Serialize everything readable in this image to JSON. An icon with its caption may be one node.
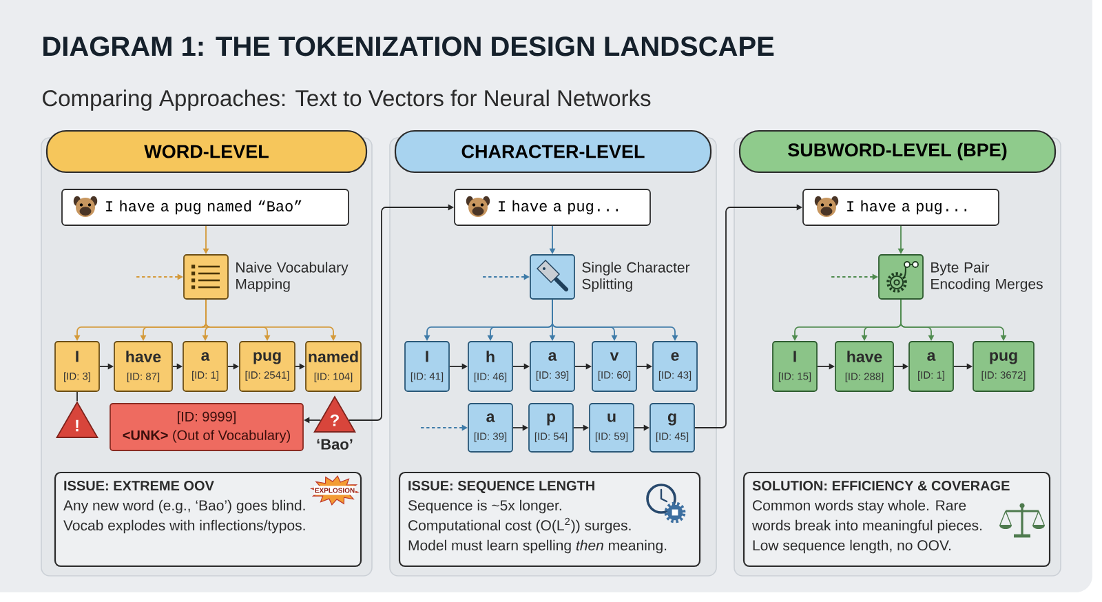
{
  "diagram": {
    "title": "DIAGRAM 1: THE TOKENIZATION DESIGN LANDSCAPE",
    "nodes": [
      {
        "text": [
          "WORD-LEVEL"
        ]
      },
      {
        "text": [
          "I have a pug named “Bao”"
        ],
        "in": 0
      },
      {
        "text": [],
        "shape": "box",
        "beside": [
          "Naive Vocabulary Mapping"
        ],
        "in": 0
      },
      {
        "text": [
          "I",
          "[ID: 3]"
        ],
        "in": 0
      },
      {
        "text": [
          "have",
          "[ID: 87]"
        ],
        "in": 0
      },
      {
        "text": [
          "a",
          "[ID: 1]"
        ],
        "in": 0
      },
      {
        "text": [
          "pug",
          "[ID: 2541]"
        ],
        "in": 0
      },
      {
        "text": [
          "named",
          "[ID: 104]"
        ],
        "in": 0
      },
      {
        "text": [
          "!"
        ],
        "in": 0
      },
      {
        "text": [
          "[ID: 9999]",
          "**<UNK>** (Out of Vocabulary)"
        ],
        "in": 0
      },
      {
        "text": [
          "?"
        ],
        "beside": [
          "‘Bao’"
        ],
        "in": 0
      },
      {
        "text": [
          "ISSUE: EXTREME OOV",
          "Any new word (e.g., ‘Bao’) goes blind. Vocab explodes with inflections/typos."
        ],
        "in": 0
      },
      {
        "text": [
          "CHARACTER-LEVEL"
        ]
      },
      {
        "text": [
          "I have a pug..."
        ],
        "in": 12
      },
      {
        "text": [],
        "shape": "box",
        "beside": [
          "Single Character Splitting"
        ],
        "in": 12
      },
      {
        "text": [
          "I",
          "[ID: 41]"
        ],
        "in": 12
      },
      {
        "text": [
          "h",
          "[ID: 46]"
        ],
        "in": 12
      },
      {
        "text": [
          "a",
          "[ID: 39]"
        ],
        "in": 12
      },
      {
        "text": [
          "v",
          "[ID: 60]"
        ],
        "in": 12
      },
      {
        "text": [
          "e",
          "[ID: 43]"
        ],
        "in": 12
      },
      {
        "text": [
          "a",
          "[ID: 39]"
        ],
        "in": 12
      },
      {
        "text": [
          "p",
          "[ID: 54]"
        ],
        "in": 12
      },
      {
        "text": [
          "u",
          "[ID: 59]"
        ],
        "in": 12
      },
      {
        "text": [
          "g",
          "[ID: 45]"
        ],
        "in": 12
      },
      {
        "text": [
          "ISSUE: SEQUENCE LENGTH",
          "Sequence is ~5x longer. Computational cost (O(L$^{2}$)) surges. Model must learn spelling *then* meaning."
        ],
        "in": 12
      },
      {
        "text": [
          "SUBWORD-LEVEL (BPE)"
        ]
      },
      {
        "text": [
          "I have a pug..."
        ],
        "in": 25
      },
      {
        "text": [],
        "shape": "box",
        "beside": [
          "Byte Pair Encoding Merges"
        ],
        "in": 25
      },
      {
        "text": [
          "I",
          "[ID: 15]"
        ],
        "in": 25
      },
      {
        "text": [
          "have",
          "[ID: 288]"
        ],
        "in": 25
      },
      {
        "text": [
          "a",
          "[ID: 1]"
        ],
        "in": 25
      },
      {
        "text": [
          "pug",
          "[ID: 3672]"
        ],
        "in": 25
      },
      {
        "text": [
          "SOLUTION: EFFICIENCY & COVERAGE",
          "Common words stay whole. Rare words break into meaningful pieces. Low sequence length, no OOV."
        ],
        "in": 25
      }
    ],
    "edges": [
      {
        "from": null,
        "to": 2,
        "arrow": "to",
        "style": "dashed",
        "color": "#d49a3a"
      },
      {
        "from": 1,
        "to": 2,
        "arrow": "to",
        "color": "#d49a3a"
      },
      {
        "from": 2,
        "to": 3,
        "arrow": "to",
        "color": "#d49a3a"
      },
      {
        "from": 2,
        "to": 4,
        "arrow": "to",
        "color": "#d49a3a"
      },
      {
        "from": 2,
        "to": 5,
        "arrow": "to",
        "color": "#d49a3a"
      },
      {
        "from": 2,
        "to": 6,
        "arrow": "to",
        "color": "#d49a3a"
      },
      {
        "from": 2,
        "to": 7,
        "arrow": "to",
        "color": "#d49a3a"
      },
      {
        "from": 3,
        "to": 4,
        "arrow": "to"
      },
      {
        "from": 4,
        "to": 5,
        "arrow": "to"
      },
      {
        "from": 5,
        "to": 6,
        "arrow": "to"
      },
      {
        "from": 6,
        "to": 7,
        "arrow": "to"
      },
      {
        "from": 3,
        "to": 8,
        "arrow": "none"
      },
      {
        "from": 10,
        "to": 9,
        "arrow": "to"
      },
      {
        "from": 10,
        "to": 13,
        "arrow": "to"
      },
      {
        "from": null,
        "to": 14,
        "arrow": "to",
        "style": "dashed",
        "color": "#3e7ba8"
      },
      {
        "from": 13,
        "to": 14,
        "arrow": "to",
        "color": "#3e7ba8"
      },
      {
        "from": 14,
        "to": 15,
        "arrow": "to",
        "color": "#3e7ba8"
      },
      {
        "from": 14,
        "to": 16,
        "arrow": "to",
        "color": "#3e7ba8"
      },
      {
        "from": 14,
        "to": 17,
        "arrow": "to",
        "color": "#3e7ba8"
      },
      {
        "from": 14,
        "to": 18,
        "arrow": "to",
        "color": "#3e7ba8"
      },
      {
        "from": 14,
        "to": 19,
        "arrow": "to",
        "color": "#3e7ba8"
      },
      {
        "from": 15,
        "to": 16,
        "arrow": "to"
      },
      {
        "from": 16,
        "to": 17,
        "arrow": "to"
      },
      {
        "from": 17,
        "to": 18,
        "arrow": "to"
      },
      {
        "from": 18,
        "to": 19,
        "arrow": "to"
      },
      {
        "from": null,
        "to": 20,
        "arrow": "to",
        "style": "dashed",
        "color": "#3e7ba8"
      },
      {
        "from": 20,
        "to": 21,
        "arrow": "to"
      },
      {
        "from": 21,
        "to": 22,
        "arrow": "to"
      },
      {
        "from": 22,
        "to": 23,
        "arrow": "to"
      },
      {
        "from": 23,
        "to": 26,
        "arrow": "to"
      },
      {
        "from": null,
        "to": 27,
        "arrow": "to",
        "style": "dashed",
        "color": "#4f8b4f"
      },
      {
        "from": 26,
        "to": 27,
        "arrow": "to",
        "color": "#4f8b4f"
      },
      {
        "from": 27,
        "to": 28,
        "arrow": "to",
        "color": "#4f8b4f"
      },
      {
        "from": 27,
        "to": 29,
        "arrow": "to",
        "color": "#4f8b4f"
      },
      {
        "from": 27,
        "to": 30,
        "arrow": "to",
        "color": "#4f8b4f"
      },
      {
        "from": 27,
        "to": 31,
        "arrow": "to",
        "color": "#4f8b4f"
      },
      {
        "from": 28,
        "to": 29,
        "arrow": "to"
      },
      {
        "from": 29,
        "to": 30,
        "arrow": "to"
      },
      {
        "from": 30,
        "to": 31,
        "arrow": "to"
      }
    ],
    "labels": [
      "Comparing Approaches: Text to Vectors for Neural Networks",
      "EXPLOSION"
    ]
  }
}
